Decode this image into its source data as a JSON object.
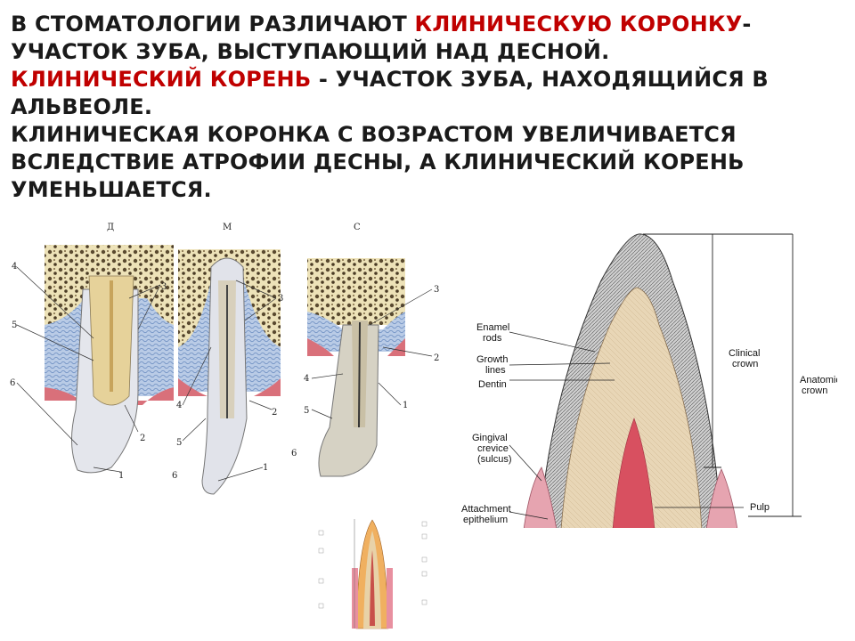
{
  "text": {
    "line1_black": "В СТОМАТОЛОГИИ РАЗЛИЧАЮТ ",
    "line1_red": "КЛИНИЧЕСКУЮ КОРОНКУ",
    "line1_tail": "-",
    "line2": "УЧАСТОК ЗУБА, ВЫСТУПАЮЩИЙ НАД ДЕСНОЙ.",
    "line3_red": "КЛИНИЧЕСКИЙ КОРЕНЬ",
    "line3_black": " - УЧАСТОК ЗУБА, НАХОДЯЩИЙСЯ В",
    "line4": "АЛЬВЕОЛЕ.",
    "line5": "КЛИНИЧЕСКАЯ КОРОНКА С ВОЗРАСТОМ УВЕЛИЧИВАЕТСЯ",
    "line6": "ВСЛЕДСТВИЕ АТРОФИИ ДЕСНЫ, А КЛИНИЧЕСКИЙ КОРЕНЬ",
    "line7": "УМЕНЬШАЕТСЯ."
  },
  "left_figure": {
    "panel_titles": [
      "Д",
      "М",
      "С"
    ],
    "labels": [
      "1",
      "2",
      "3",
      "4",
      "5",
      "6"
    ]
  },
  "right_figure": {
    "enamel_rods": [
      "Enamel",
      "rods"
    ],
    "growth_lines": [
      "Growth",
      "lines"
    ],
    "dentin": "Dentin",
    "gingival": [
      "Gingival",
      "crevice",
      "(sulcus)"
    ],
    "attachment": [
      "Attachment",
      "epithelium"
    ],
    "clinical_crown": [
      "Clinical",
      "crown"
    ],
    "anatomic_crown": [
      "Anatomic",
      "crown"
    ],
    "pulp": "Pulp"
  },
  "colors": {
    "red_text": "#c00000",
    "bone": "#e8dcb0",
    "gum_red": "#d9707a",
    "gum_blue": "#9fb8dc",
    "dentin": "#e8d6b6",
    "pulp": "#d85060"
  }
}
